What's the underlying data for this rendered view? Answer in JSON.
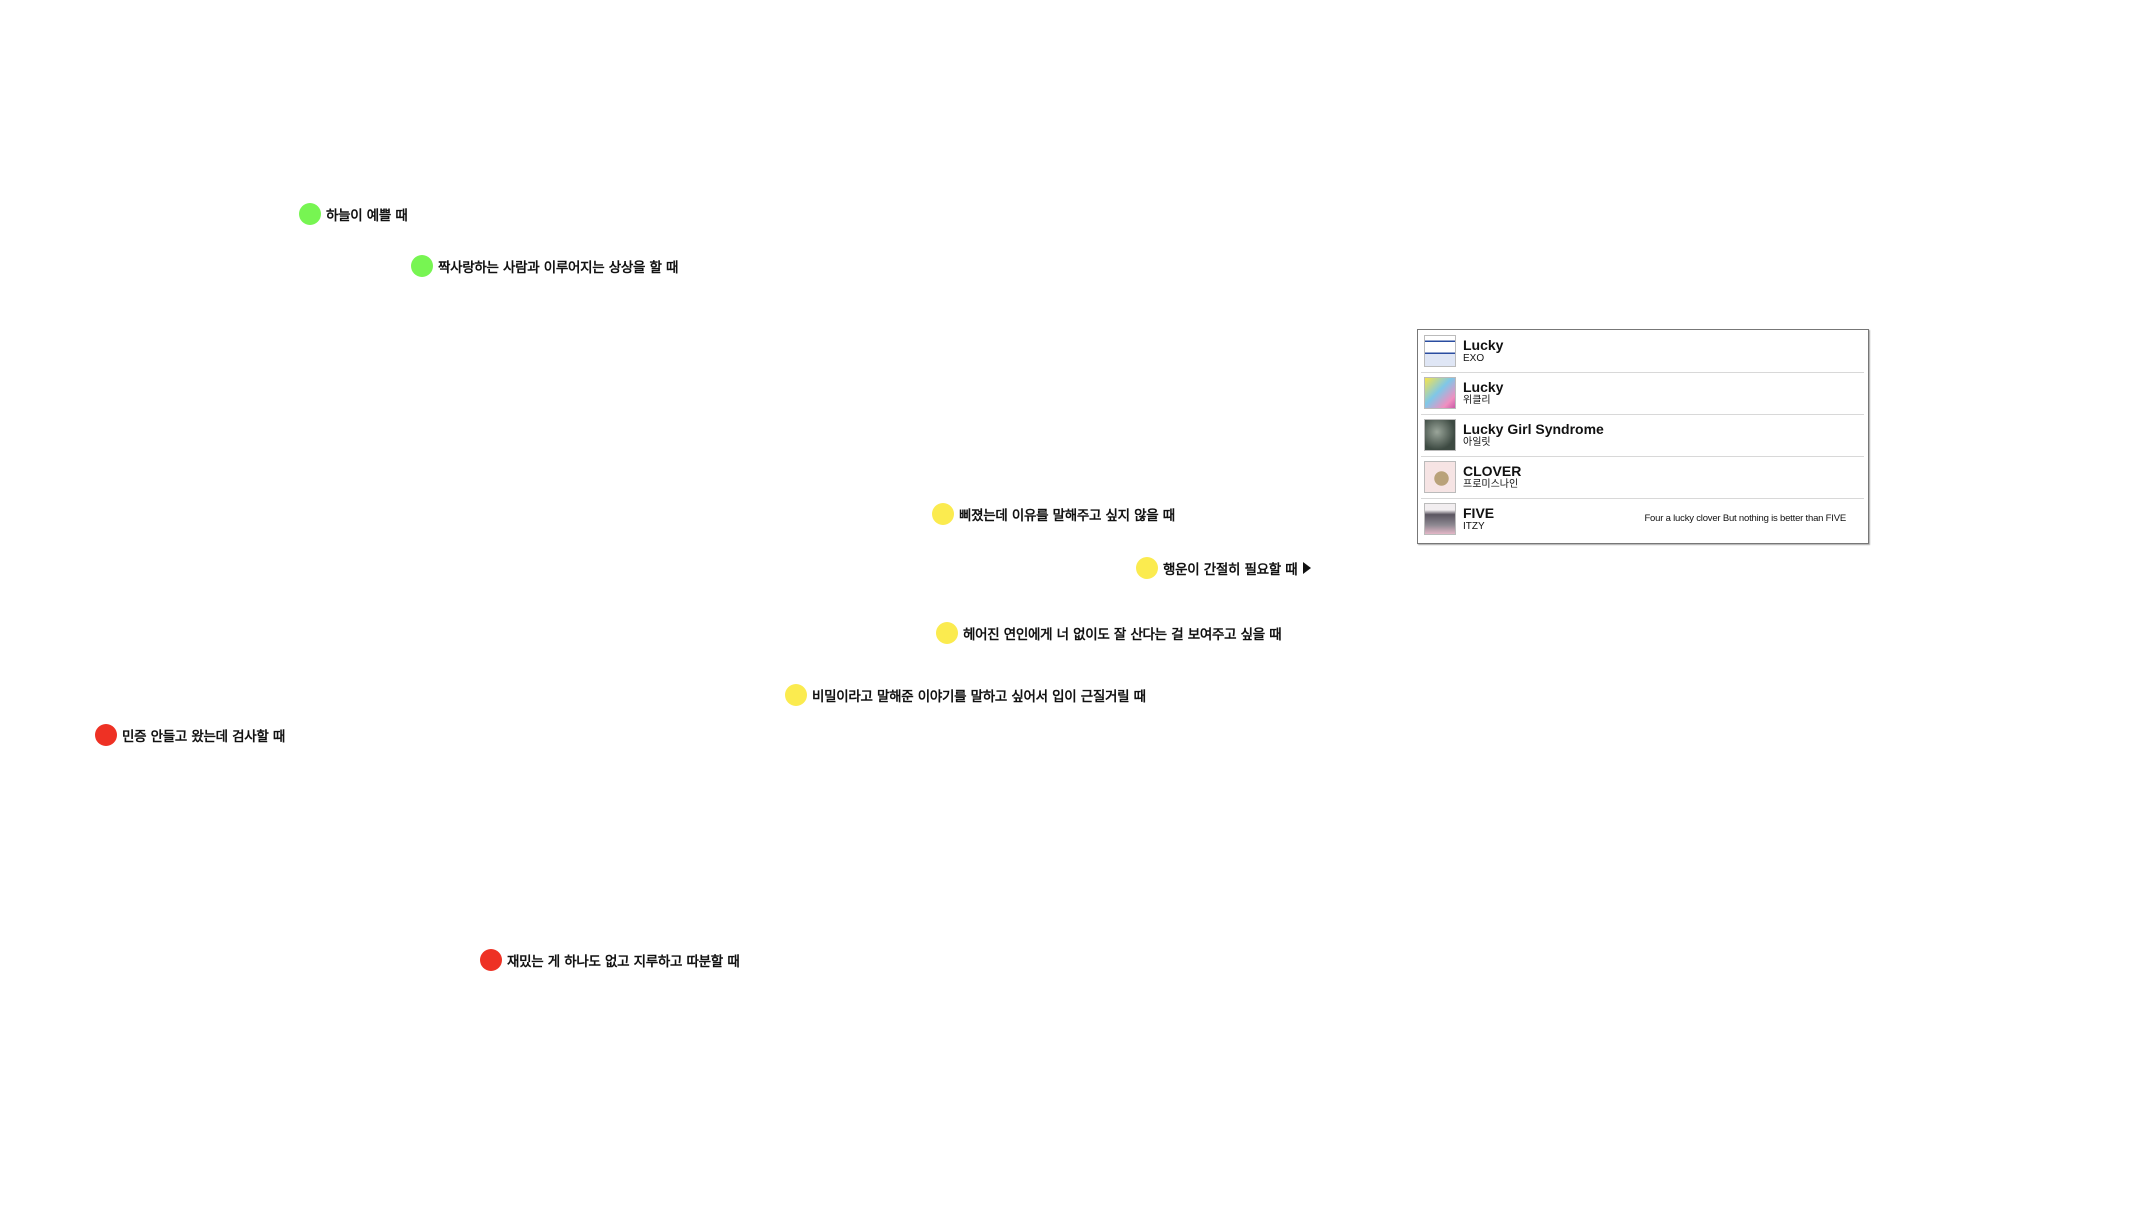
{
  "colors": {
    "green": "#77f552",
    "yellow": "#fbeb4f",
    "red": "#ee3124"
  },
  "moods": [
    {
      "label": "하늘이 예쁠 때",
      "color": "green"
    },
    {
      "label": "짝사랑하는 사람과 이루어지는 상상을 할 때",
      "color": "green"
    },
    {
      "label": "삐졌는데 이유를 말해주고 싶지 않을 때",
      "color": "yellow"
    },
    {
      "label": "행운이 간절히 필요할 때",
      "color": "yellow",
      "expanded": true
    },
    {
      "label": "헤어진 연인에게 너 없이도 잘 산다는 걸 보여주고 싶을 때",
      "color": "yellow"
    },
    {
      "label": "비밀이라고 말해준 이야기를 말하고 싶어서 입이 근질거릴 때",
      "color": "yellow"
    },
    {
      "label": "민증 안들고 왔는데 검사할 때",
      "color": "red"
    },
    {
      "label": "재밌는 게 하나도 없고 지루하고 따분할 때",
      "color": "red"
    }
  ],
  "songs": [
    {
      "title": "Lucky",
      "artist": "EXO"
    },
    {
      "title": "Lucky",
      "artist": "위클리"
    },
    {
      "title": "Lucky Girl Syndrome",
      "artist": "아일릿"
    },
    {
      "title": "CLOVER",
      "artist": "프로미스나인"
    },
    {
      "title": "FIVE",
      "artist": "ITZY",
      "note": "Four a lucky clover But nothing is better than FIVE"
    }
  ]
}
